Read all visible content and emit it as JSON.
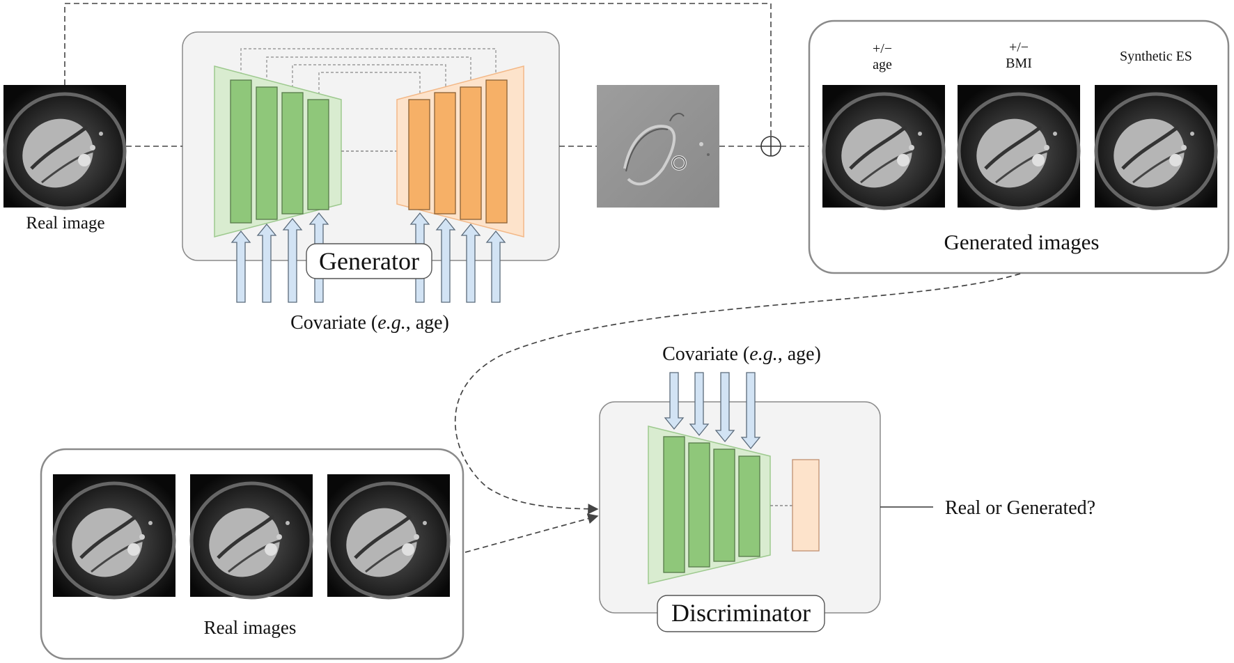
{
  "generator": {
    "title": "Generator",
    "covariate_prefix": "Covariate (",
    "covariate_italic": "e.g.",
    "covariate_suffix": ", age)"
  },
  "real_image": {
    "label": "Real image"
  },
  "generated_panel": {
    "title": "Generated images",
    "col1_sign": "+/−",
    "col1_label": "age",
    "col2_sign": "+/−",
    "col2_label": "BMI",
    "col3_label": "Synthetic ES"
  },
  "discriminator": {
    "title": "Discriminator",
    "covariate_prefix": "Covariate (",
    "covariate_italic": "e.g.",
    "covariate_suffix": ", age)",
    "output_label": "Real or Generated?"
  },
  "real_panel": {
    "title": "Real images"
  },
  "colors": {
    "encoder_fill": "#8fc77a",
    "encoder_bg": "#d9ecd0",
    "decoder_fill": "#f6b067",
    "decoder_bg": "#fde3cb",
    "arrow_fill": "#d2e3f4",
    "box_bg": "#f3f3f3"
  }
}
